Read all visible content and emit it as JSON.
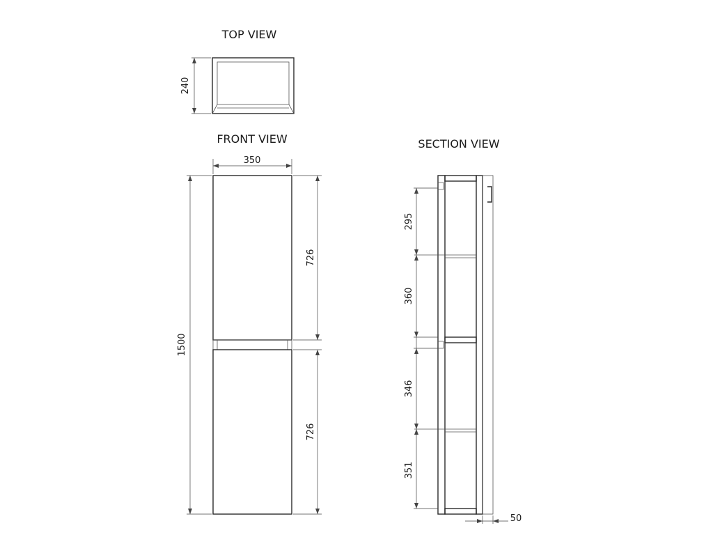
{
  "views": {
    "top": {
      "title": "TOP VIEW",
      "depth": "240"
    },
    "front": {
      "title": "FRONT VIEW",
      "width": "350",
      "height": "1500",
      "upper_door": "726",
      "lower_door": "726"
    },
    "section": {
      "title": "SECTION VIEW",
      "shelf_1": "295",
      "shelf_2": "360",
      "shelf_3": "346",
      "shelf_4": "351",
      "plinth": "50"
    }
  }
}
